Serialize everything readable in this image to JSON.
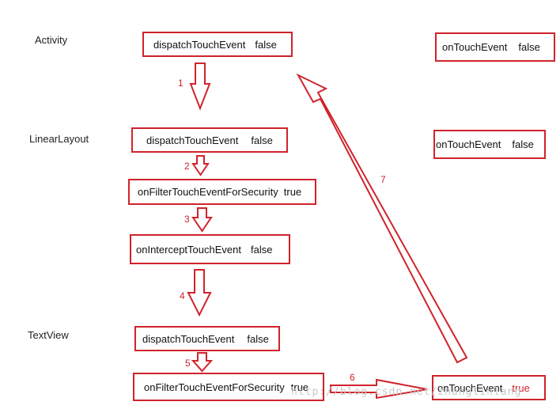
{
  "layers": {
    "activity": "Activity",
    "linear_layout": "LinearLayout",
    "text_view": "TextView"
  },
  "methods": {
    "dispatch": "dispatchTouchEvent",
    "filter": "onFilterTouchEventForSecurity",
    "intercept": "onInterceptTouchEvent",
    "touch": "onTouchEvent"
  },
  "values": {
    "false": "false",
    "true": "true"
  },
  "steps": [
    "1",
    "2",
    "3",
    "4",
    "5",
    "6",
    "7"
  ],
  "watermark": "http://blog.csdn.net/zhanglinlang",
  "colors": {
    "border": "#d0232b",
    "arrow": "#d0232b",
    "highlight": "#d0232b"
  }
}
